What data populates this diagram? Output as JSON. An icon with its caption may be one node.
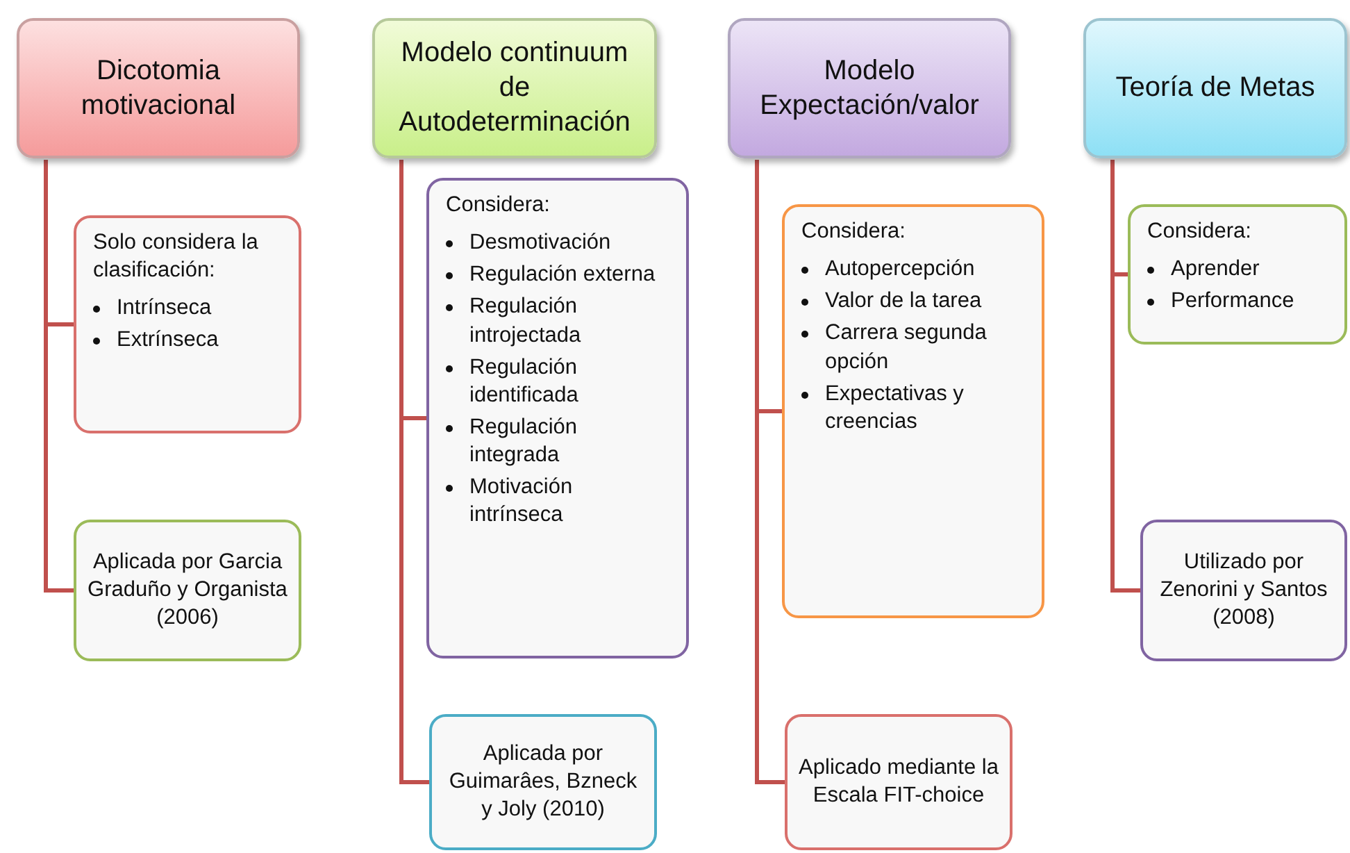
{
  "diagram": {
    "nodes": [
      {
        "text": [
          "Dicotomia motivacional"
        ]
      },
      {
        "text": [
          "Solo considera la clasificación:",
          "Intrínseca",
          "Extrínseca"
        ]
      },
      {
        "text": [
          "Aplicada por Garcia Graduño y Organista (2006)"
        ]
      },
      {
        "text": [
          "Modelo continuum de Autodeterminación"
        ]
      },
      {
        "text": [
          "Considera:",
          "Desmotivación",
          "Regulación externa",
          "Regulación introjectada",
          "Regulación identificada",
          "Regulación integrada",
          "Motivación intrínseca"
        ]
      },
      {
        "text": [
          "Aplicada por Guimarâes, Bzneck y Joly (2010)"
        ]
      },
      {
        "text": [
          "Modelo Expectación/valor"
        ]
      },
      {
        "text": [
          "Considera:",
          "Autopercepción",
          "Valor de la tarea",
          "Carrera segunda opción",
          "Expectativas y creencias"
        ]
      },
      {
        "text": [
          "Aplicado mediante la Escala FIT-choice"
        ]
      },
      {
        "text": [
          "Teoría de Metas"
        ]
      },
      {
        "text": [
          "Considera:",
          "Aprender",
          "Performance"
        ]
      },
      {
        "text": [
          "Utilizado por Zenorini y Santos (2008)"
        ]
      }
    ],
    "edges": [
      {
        "from": 0,
        "to": 1,
        "arrow": "none"
      },
      {
        "from": 0,
        "to": 2,
        "arrow": "none"
      },
      {
        "from": 3,
        "to": 4,
        "arrow": "none"
      },
      {
        "from": 3,
        "to": 5,
        "arrow": "none"
      },
      {
        "from": 6,
        "to": 7,
        "arrow": "none"
      },
      {
        "from": 6,
        "to": 8,
        "arrow": "none"
      },
      {
        "from": 9,
        "to": 10,
        "arrow": "none"
      },
      {
        "from": 9,
        "to": 11,
        "arrow": "none"
      }
    ]
  }
}
